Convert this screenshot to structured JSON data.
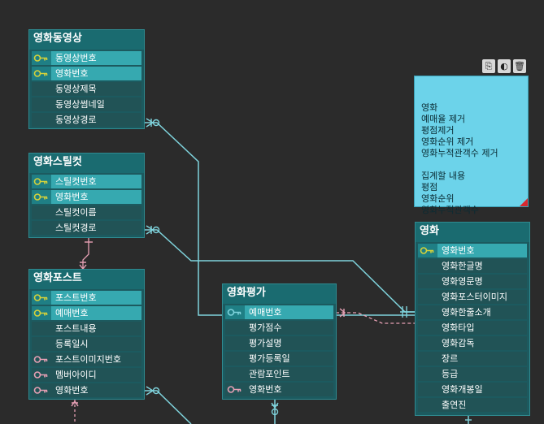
{
  "entities": [
    {
      "title": "영화동영상",
      "rows": [
        {
          "label": "동영상번호",
          "pk": true,
          "key": "pk"
        },
        {
          "label": "영화번호",
          "pk": true,
          "key": "pk"
        },
        {
          "label": "동영상제목",
          "pk": false,
          "key": "none"
        },
        {
          "label": "동영상썸네일",
          "pk": false,
          "key": "none"
        },
        {
          "label": "동영상경로",
          "pk": false,
          "key": "none"
        }
      ]
    },
    {
      "title": "영화스틸컷",
      "rows": [
        {
          "label": "스틸컷번호",
          "pk": true,
          "key": "pk"
        },
        {
          "label": "영화번호",
          "pk": true,
          "key": "pk"
        },
        {
          "label": "스틸컷이름",
          "pk": false,
          "key": "none"
        },
        {
          "label": "스틸컷경로",
          "pk": false,
          "key": "none"
        }
      ]
    },
    {
      "title": "영화포스트",
      "rows": [
        {
          "label": "포스트번호",
          "pk": true,
          "key": "pk"
        },
        {
          "label": "예매번호",
          "pk": true,
          "key": "pk"
        },
        {
          "label": "포스트내용",
          "pk": false,
          "key": "none"
        },
        {
          "label": "등록일시",
          "pk": false,
          "key": "none"
        },
        {
          "label": "포스트이미지번호",
          "pk": false,
          "key": "fk"
        },
        {
          "label": "멤버아이디",
          "pk": false,
          "key": "fk"
        },
        {
          "label": "영화번호",
          "pk": false,
          "key": "fk"
        }
      ]
    },
    {
      "title": "영화평가",
      "rows": [
        {
          "label": "예매번호",
          "pk": true,
          "key": "pk"
        },
        {
          "label": "평가점수",
          "pk": false,
          "key": "none"
        },
        {
          "label": "평가설명",
          "pk": false,
          "key": "none"
        },
        {
          "label": "평가등록일",
          "pk": false,
          "key": "none"
        },
        {
          "label": "관람포인트",
          "pk": false,
          "key": "none"
        },
        {
          "label": "영화번호",
          "pk": false,
          "key": "fk"
        }
      ]
    },
    {
      "title": "영화",
      "rows": [
        {
          "label": "영화번호",
          "pk": true,
          "key": "pk"
        },
        {
          "label": "영화한글명",
          "pk": false,
          "key": "none"
        },
        {
          "label": "영화영문명",
          "pk": false,
          "key": "none"
        },
        {
          "label": "영화포스터이미지",
          "pk": false,
          "key": "none"
        },
        {
          "label": "영화한줄소개",
          "pk": false,
          "key": "none"
        },
        {
          "label": "영화타입",
          "pk": false,
          "key": "none"
        },
        {
          "label": "영화감독",
          "pk": false,
          "key": "none"
        },
        {
          "label": "장르",
          "pk": false,
          "key": "none"
        },
        {
          "label": "등급",
          "pk": false,
          "key": "none"
        },
        {
          "label": "영화개봉일",
          "pk": false,
          "key": "none"
        },
        {
          "label": "출연진",
          "pk": false,
          "key": "none"
        }
      ]
    }
  ],
  "memo": {
    "text": "영화\n예매율 제거\n평점제거\n영화순위 제거\n영화누적관객수 제거\n\n집계할 내용\n평점\n영화순위\n영화누적관객수"
  },
  "memo_tools": [
    {
      "icon": "copy-icon",
      "glyph": "⎘"
    },
    {
      "icon": "palette-icon",
      "glyph": "◐"
    },
    {
      "icon": "trash-icon",
      "glyph": "🗑"
    }
  ],
  "colors": {
    "background": "#2b2b2b",
    "entity_fill": "#1c5a5f",
    "pk_row": "#36a9b0",
    "identifying_line": "#7fd3dc",
    "non_identifying_line": "#e6a0b4",
    "pk_key": "#d6d23a",
    "fk_key": "#e6a0b4",
    "memo_fill": "#6cd3ea"
  }
}
